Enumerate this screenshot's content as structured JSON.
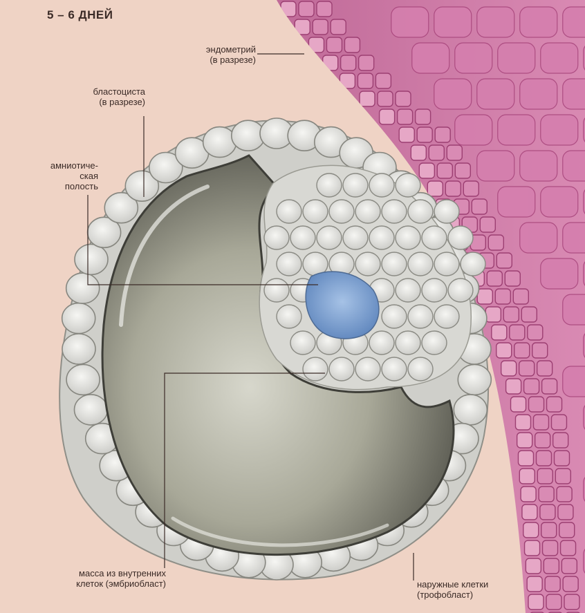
{
  "title": "5 – 6 ДНЕЙ",
  "labels": {
    "endometrium": "эндометрий\n(в разрезе)",
    "blastocyst": "бластоциста\n(в разрезе)",
    "amniotic_cavity": "амниотиче-\nская\nполость",
    "inner_cell_mass": "масса из внутренних\nклеток (эмбриобласт)",
    "trophoblast": "наружные клетки\n(трофобласт)"
  },
  "colors": {
    "background": "#efd3c5",
    "endometrium": "#c9679a",
    "cells": "#dcdcd8",
    "cavity": "#9a9a8c",
    "amniotic": "#7a9fd0"
  }
}
